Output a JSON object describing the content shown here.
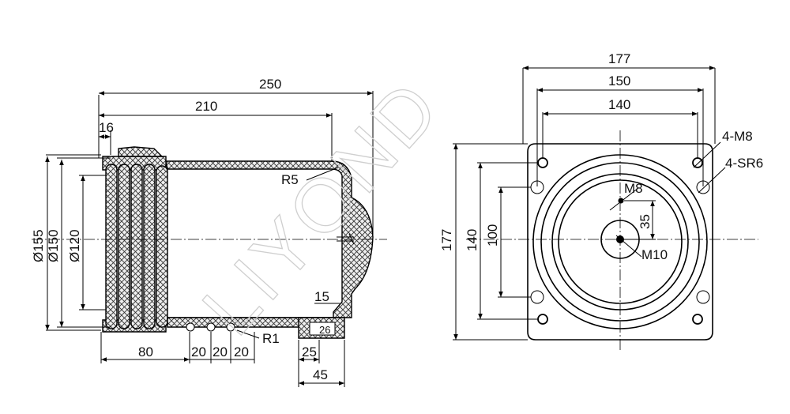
{
  "side_view": {
    "dims": {
      "overall_length": "250",
      "body_length": "210",
      "flange": "16",
      "dia_outer": "Ø155",
      "dia_mid": "Ø150",
      "dia_inner": "Ø120",
      "shed_length": "80",
      "groove_1": "20",
      "groove_2": "20",
      "groove_3": "20",
      "radius_top": "R5",
      "radius_bottom": "R1",
      "base_height": "15",
      "base_offset": "26",
      "base_width_inner": "25",
      "base_width_outer": "45"
    }
  },
  "front_view": {
    "dims": {
      "overall_width": "177",
      "hole_spacing": "150",
      "inner_spacing": "140",
      "overall_height": "177",
      "vertical_spacing": "140",
      "inner_vertical": "100",
      "center_offset": "35",
      "thread_small": "M8",
      "thread_center": "M10",
      "corner_threads": "4-M8",
      "corner_holes": "4-SR6"
    }
  },
  "watermark": "LIYOND"
}
